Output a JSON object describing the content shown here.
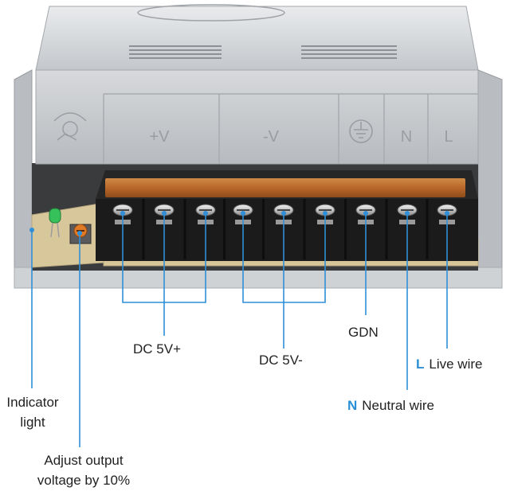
{
  "device_markings": {
    "plus_v": "+V",
    "minus_v": "-V",
    "n": "N",
    "l": "L"
  },
  "labels": {
    "dc_plus": "DC 5V+",
    "dc_minus": "DC 5V-",
    "gdn": "GDN",
    "live_letter": "L",
    "live_text": "Live wire",
    "neutral_letter": "N",
    "neutral_text": "Neutral wire",
    "indicator_line1": "Indicator",
    "indicator_line2": "light",
    "adjust_line1": "Adjust output",
    "adjust_line2": "voltage by 10%"
  },
  "colors": {
    "callout_line": "#2f8fd8",
    "accent_letter": "#2a8fd6",
    "housing": "#c9ccd0",
    "terminal_block": "#1b1b1c",
    "cover_strip": "#b86d2a"
  }
}
